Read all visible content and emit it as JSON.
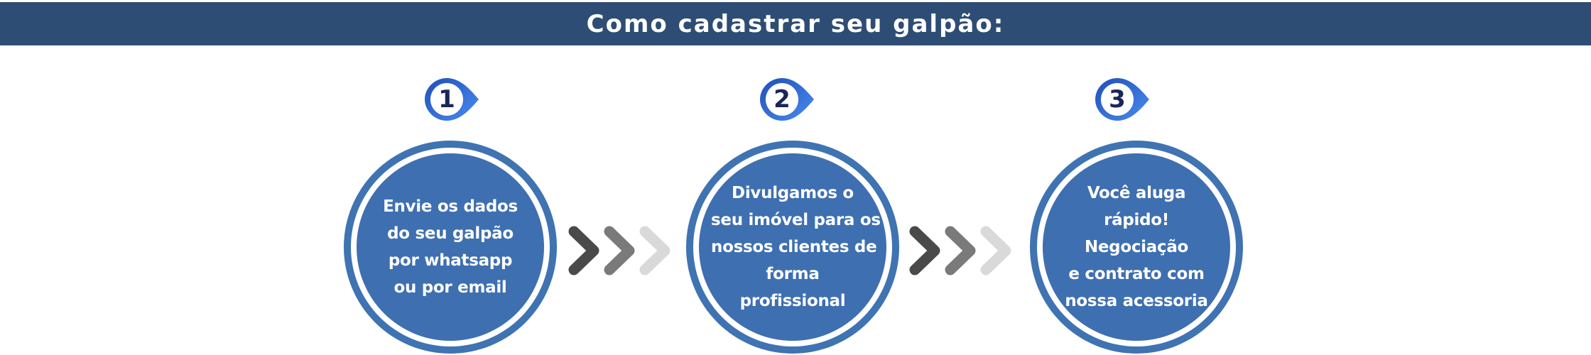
{
  "header": {
    "title": "Como cadastrar seu galpão:"
  },
  "steps": [
    {
      "number": "1",
      "lines": [
        "Envie os dados",
        "do seu galpão",
        "por whatsapp",
        "ou por email"
      ]
    },
    {
      "number": "2",
      "lines": [
        "Divulgamos o",
        "seu imóvel para os",
        "nossos clientes de",
        "forma",
        "profissional"
      ]
    },
    {
      "number": "3",
      "lines": [
        "Você aluga",
        "rápido!",
        "Negociação",
        "e contrato com",
        "nossa acessoria"
      ]
    }
  ],
  "colors": {
    "banner": "#2e4d74",
    "circle": "#3e6fb0",
    "badge_gradient_start": "#1f4fb8",
    "badge_gradient_end": "#4a8cf0",
    "badge_number": "#1b2656",
    "chevron_dark": "#4a4a4a",
    "chevron_mid": "#7a7a7a",
    "chevron_light": "#d9d9d9"
  },
  "icons": [
    "chevron-right-icon",
    "step-badge-icon"
  ]
}
